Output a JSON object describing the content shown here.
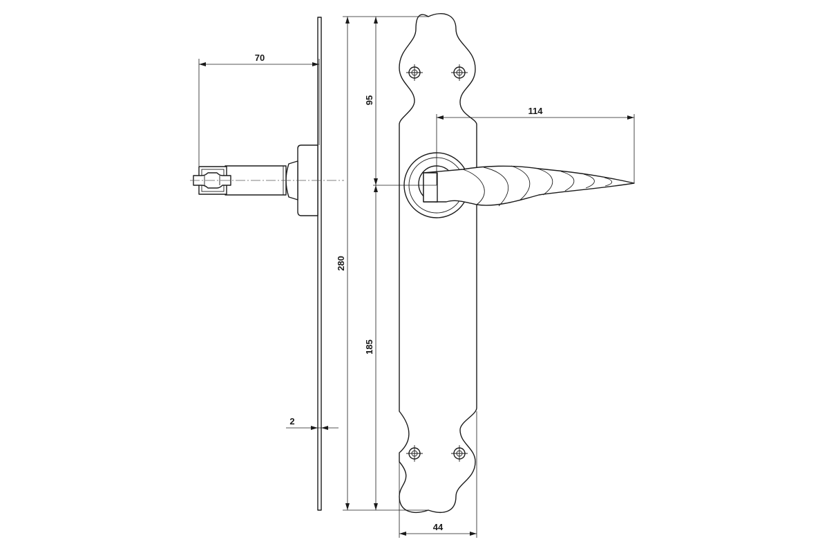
{
  "drawing": {
    "dimensions": {
      "spindle_length": "70",
      "plate_height": "280",
      "upper_to_center": "95",
      "lower_from_center": "185",
      "lever_length": "114",
      "plate_width": "44",
      "plate_thickness": "2"
    }
  }
}
